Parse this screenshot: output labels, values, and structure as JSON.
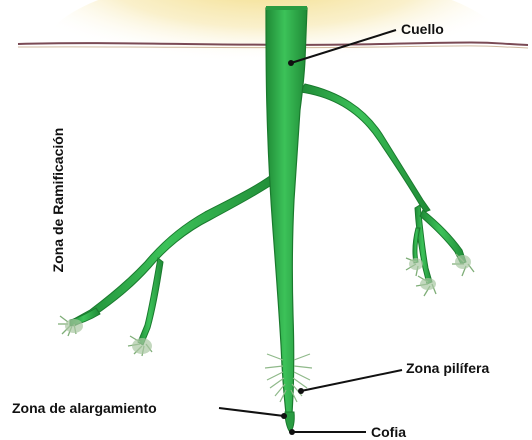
{
  "labels": {
    "cuello": "Cuello",
    "ramificacion": "Zona de Ramificación",
    "pilifera": "Zona pilífera",
    "alargamiento": "Zona de alargamiento",
    "cofia": "Cofia"
  },
  "colors": {
    "root_fill": "#2fb14a",
    "root_dark": "#1a7a2e",
    "soil_line": "#7a4a55",
    "soil_tint": "#f3dc8a",
    "hair_color": "#9fbf98",
    "leader_line": "#111111"
  }
}
